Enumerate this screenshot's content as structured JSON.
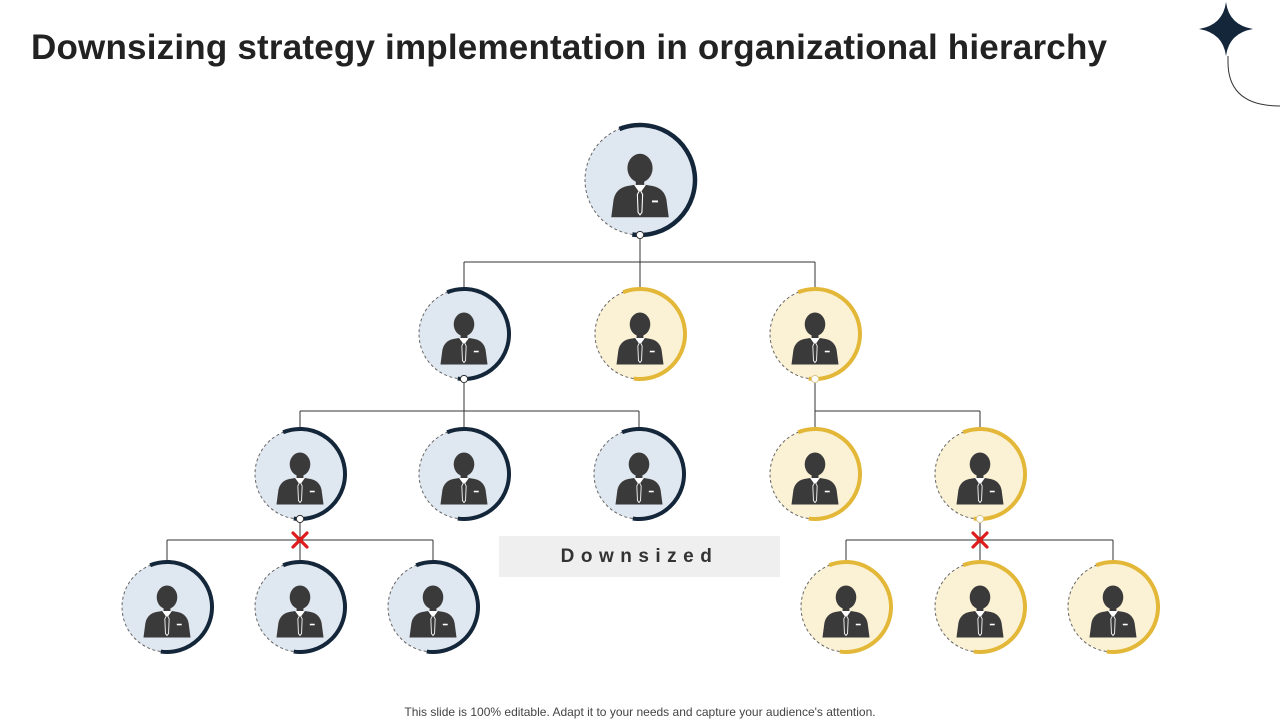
{
  "title": "Downsizing strategy implementation in organizational hierarchy",
  "label_downsized": "Downsized",
  "footer": "This slide is 100% editable. Adapt it to your needs and capture your audience's attention.",
  "colors": {
    "blue_fill": "#dfe7f0",
    "blue_arc": "#14263a",
    "yellow_fill": "#fbf1d4",
    "yellow_arc": "#e3b838",
    "person": "#3a3a3a",
    "connector": "#333333",
    "cut_mark": "#e01b1b",
    "star": "#14263a",
    "label_box": "#efefef"
  },
  "org": {
    "theme": "blue",
    "children": [
      {
        "theme": "blue",
        "children": [
          {
            "theme": "blue",
            "cut": true,
            "children": [
              {
                "theme": "blue"
              },
              {
                "theme": "blue"
              },
              {
                "theme": "blue"
              }
            ]
          },
          {
            "theme": "blue"
          },
          {
            "theme": "blue"
          }
        ]
      },
      {
        "theme": "yellow"
      },
      {
        "theme": "yellow",
        "children": [
          {
            "theme": "yellow"
          },
          {
            "theme": "yellow",
            "cut": true,
            "children": [
              {
                "theme": "yellow"
              },
              {
                "theme": "yellow"
              },
              {
                "theme": "yellow"
              }
            ]
          }
        ]
      }
    ]
  }
}
